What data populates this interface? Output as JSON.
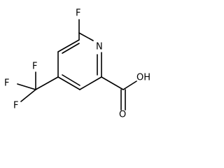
{
  "molecule": {
    "atoms": {
      "fluoro": "F",
      "ring_nitrogen": "N",
      "carbonyl_oxygen": "O",
      "hydroxyl": "OH",
      "cf3_f_top": "F",
      "cf3_f_left": "F",
      "cf3_f_bottom": "F"
    }
  }
}
